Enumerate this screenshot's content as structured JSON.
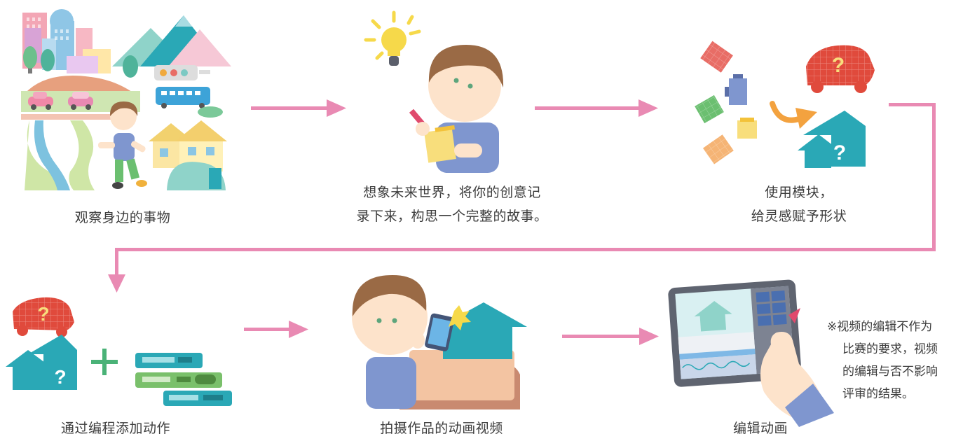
{
  "steps": [
    {
      "caption": "观察身边的事物"
    },
    {
      "caption_line1": "想象未来世界，将你的创意记",
      "caption_line2": "录下来，构思一个完整的故事。"
    },
    {
      "caption_line1": "使用模块，",
      "caption_line2": "给灵感赋予形状"
    },
    {
      "caption": "通过编程添加动作"
    },
    {
      "caption": "拍摄作品的动画视频"
    },
    {
      "caption": "编辑动画"
    }
  ],
  "note": {
    "line1": "※视频的编辑不作为",
    "line2": "比赛的要求，视频",
    "line3": "的编辑与否不影响",
    "line4": "评审的结果。"
  },
  "icons": {
    "question_mark": "?",
    "plus": "+"
  },
  "colors": {
    "arrow": "#e98ab3",
    "teal": "#2aa8b6",
    "red": "#e04a3c",
    "skin": "#fde3cb",
    "hair": "#9a6a45",
    "shirt": "#7f96cf"
  }
}
